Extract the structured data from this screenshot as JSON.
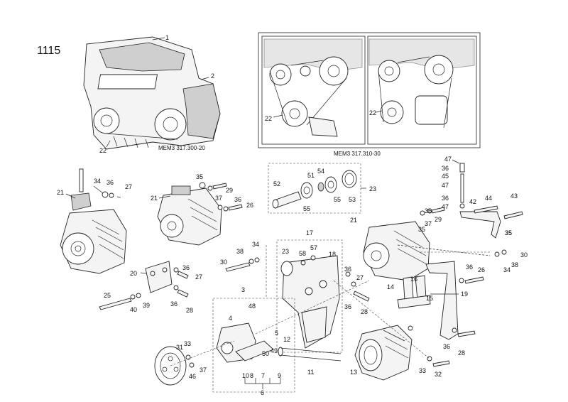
{
  "page_number": "1115",
  "captions": {
    "engine": "MEM3 317.300-20",
    "belts": "MEM3 317.310-30"
  },
  "callouts": {
    "engine": [
      "1",
      "2",
      "22"
    ],
    "belt_left": [
      "22"
    ],
    "belt_right": [
      "22"
    ],
    "bearing_kit": [
      "52",
      "51",
      "54",
      "55",
      "53",
      "55",
      "23"
    ],
    "alt_left": [
      "21",
      "34",
      "36",
      "27"
    ],
    "alt_mid": [
      "35",
      "21",
      "29",
      "37",
      "36",
      "26"
    ],
    "bracket_left": [
      "20",
      "36",
      "27",
      "25",
      "40",
      "39",
      "36",
      "28"
    ],
    "idler": [
      "17",
      "38",
      "34",
      "30",
      "23",
      "58",
      "57",
      "18",
      "36",
      "27",
      "36",
      "28"
    ],
    "pump": [
      "3",
      "4",
      "48",
      "5",
      "12",
      "49",
      "50",
      "31",
      "33",
      "37",
      "46",
      "10",
      "8",
      "7",
      "9",
      "6",
      "11",
      "13"
    ],
    "alt_right": [
      "21",
      "35",
      "37",
      "29",
      "36",
      "35",
      "30",
      "34",
      "38",
      "36",
      "26"
    ],
    "tension": [
      "47",
      "36",
      "45",
      "47",
      "36",
      "47",
      "42",
      "44",
      "43",
      "35"
    ],
    "clamp": [
      "14",
      "16",
      "15",
      "19",
      "36",
      "28",
      "33",
      "32"
    ]
  }
}
